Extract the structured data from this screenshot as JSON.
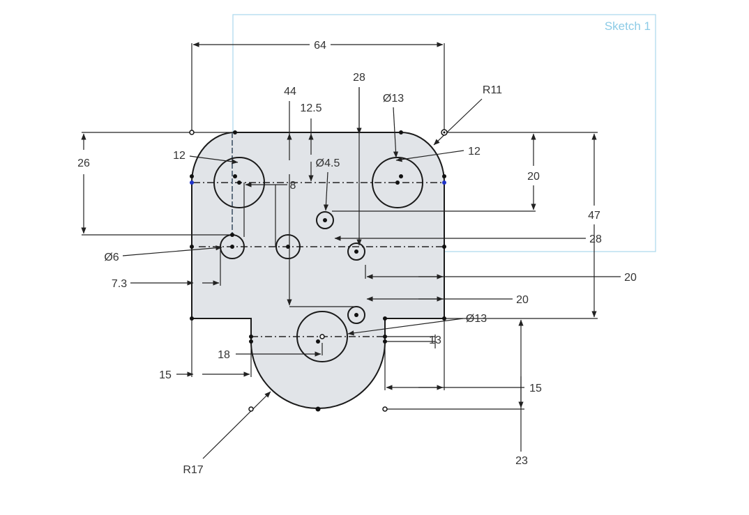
{
  "sketch": {
    "label": "Sketch 1",
    "frame_color": "#a9d7ec",
    "part_fill": "#e1e4e8"
  },
  "dimensions": {
    "d64": "64",
    "d28_top": "28",
    "d44": "44",
    "d12_5": "12.5",
    "d_dia13_top": "Ø13",
    "d_r11": "R11",
    "d26": "26",
    "d12_left": "12",
    "d12_right": "12",
    "d_dia4_5": "Ø4.5",
    "d8": "8",
    "d20_right_top": "20",
    "d47": "47",
    "d28_right": "28",
    "d_dia6": "Ø6",
    "d7_3": "7.3",
    "d20_right_mid": "20",
    "d20_right_low": "20",
    "d_dia13_bottom": "Ø13",
    "d13": "13",
    "d18": "18",
    "d15_left": "15",
    "d15_right": "15",
    "d23": "23",
    "d_r17": "R17"
  }
}
